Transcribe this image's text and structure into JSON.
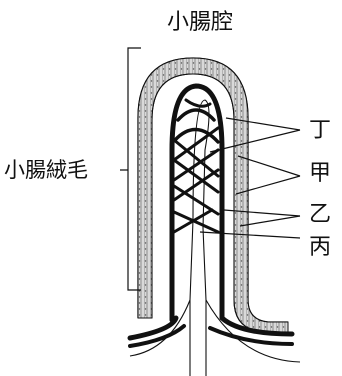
{
  "labels": {
    "lumen": "小腸腔",
    "villus": "小腸絨毛",
    "ding": "丁",
    "jia": "甲",
    "yi": "乙",
    "bing": "丙"
  },
  "colors": {
    "line": "#111111",
    "epithelium_fill": "#d9d9d9",
    "background": "#ffffff"
  }
}
